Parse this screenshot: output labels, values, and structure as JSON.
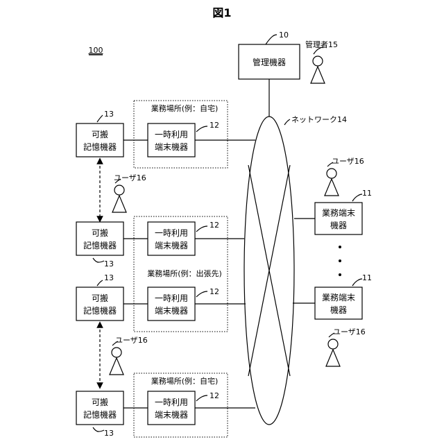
{
  "figure_title": "図1",
  "system_ref": "100",
  "management": {
    "label": "管理機器",
    "ref": "10"
  },
  "admin": {
    "label": "管理者15"
  },
  "network": {
    "label": "ネットワーク14"
  },
  "users": {
    "label": "ユーザ16"
  },
  "storage": {
    "line1": "可搬",
    "line2": "記憶機器",
    "ref": "13"
  },
  "temp_terminal": {
    "line1": "一時利用",
    "line2": "端末機器",
    "ref": "12"
  },
  "business_terminal": {
    "line1": "業務端末",
    "line2": "機器",
    "ref": "11"
  },
  "workplaces": {
    "home": "業務場所(例：自宅)",
    "trip": "業務場所(例：出張先)"
  },
  "ellipsis": "・\n・\n・"
}
